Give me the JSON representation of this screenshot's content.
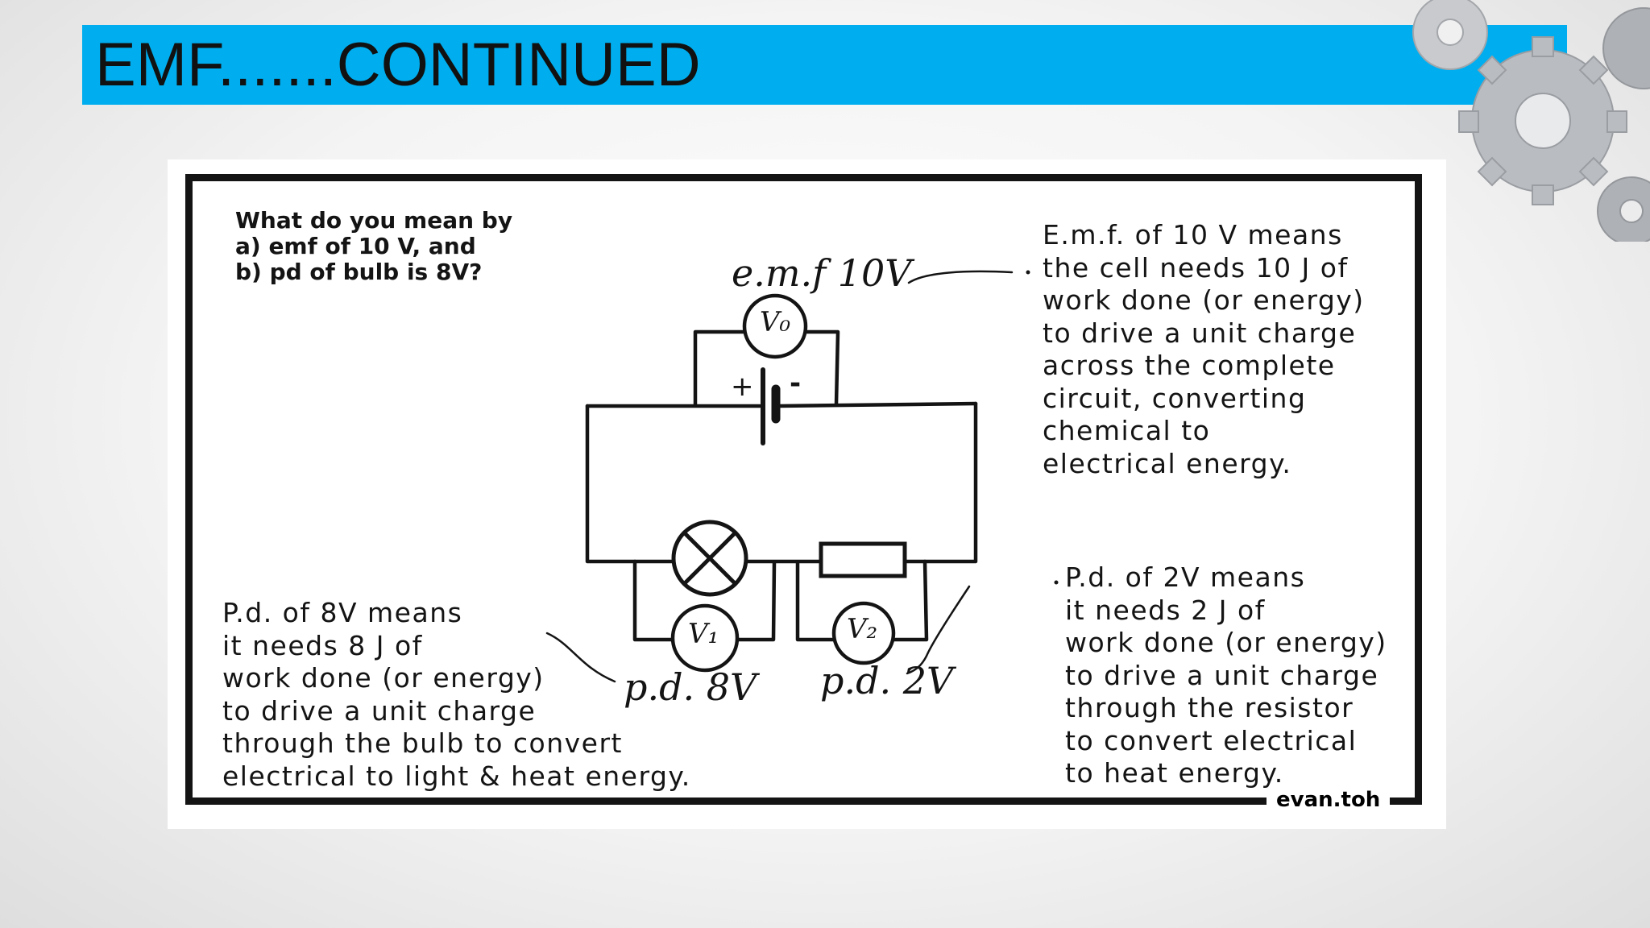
{
  "slide": {
    "title": "EMF.......CONTINUED"
  },
  "diagram": {
    "question": [
      "What do you mean by",
      "a) emf of 10 V, and",
      "b) pd of bulb is 8V?"
    ],
    "emf_label": "e.m.f 10V",
    "pd_bulb_label": "p.d. 8V",
    "pd_resistor_label": "p.d. 2V",
    "meters": {
      "v0": "V₀",
      "v1": "V₁",
      "v2": "V₂"
    },
    "cell_plus": "+",
    "cell_minus": "-",
    "emf_explanation": "E.m.f. of 10 V means\nthe cell needs 10 J of\nwork done (or energy)\nto drive a unit charge\nacross the complete\ncircuit, converting\nchemical to\nelectrical energy.",
    "bulb_explanation": "P.d. of 8V means\nit needs 8 J of\nwork done (or energy)\nto drive a unit charge\nthrough the bulb to convert\nelectrical to light & heat energy.",
    "resistor_explanation": "P.d. of 2V means\nit needs 2 J of\nwork done (or energy)\nto drive a unit charge\nthrough the resistor\nto convert electrical\nto heat energy.",
    "credit": "evan.toh"
  },
  "colors": {
    "title_bar": "#00aeef",
    "ink": "#141414"
  }
}
